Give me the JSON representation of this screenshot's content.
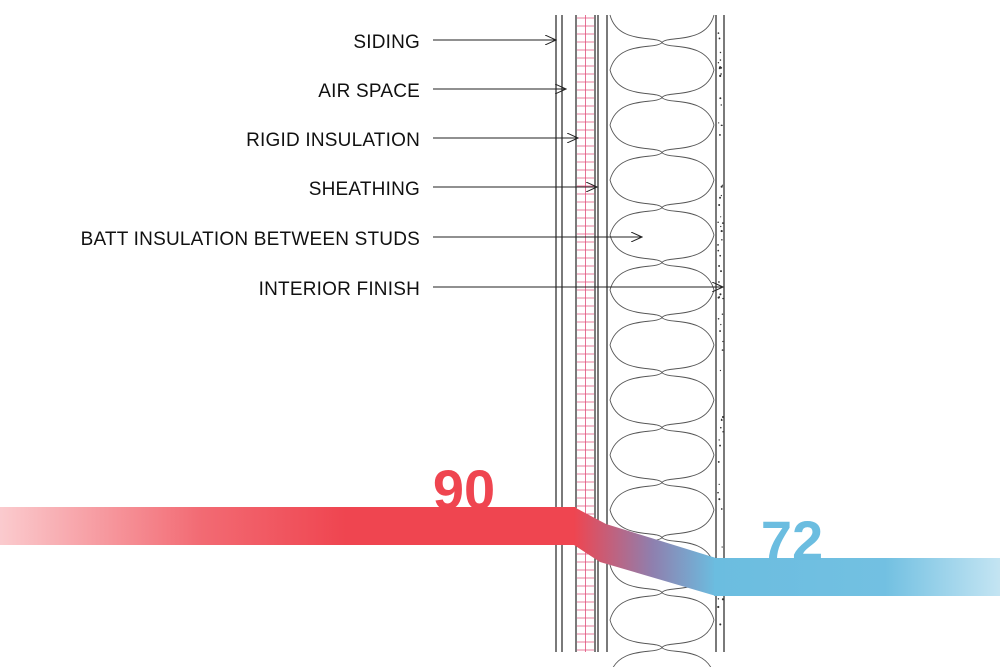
{
  "layers": [
    {
      "id": "siding",
      "label": "SIDING"
    },
    {
      "id": "air-space",
      "label": "AIR SPACE"
    },
    {
      "id": "rigid-insulation",
      "label": "RIGID INSULATION"
    },
    {
      "id": "sheathing",
      "label": "SHEATHING"
    },
    {
      "id": "batt-insulation",
      "label": "BATT INSULATION BETWEEN STUDS"
    },
    {
      "id": "interior-finish",
      "label": "INTERIOR FINISH"
    }
  ],
  "temperatures": {
    "exterior": "90",
    "interior": "72"
  },
  "colors": {
    "exterior": "#ef4550",
    "interior": "#6bbde0",
    "line": "#222222",
    "rigid_grid": "#e0507c"
  }
}
